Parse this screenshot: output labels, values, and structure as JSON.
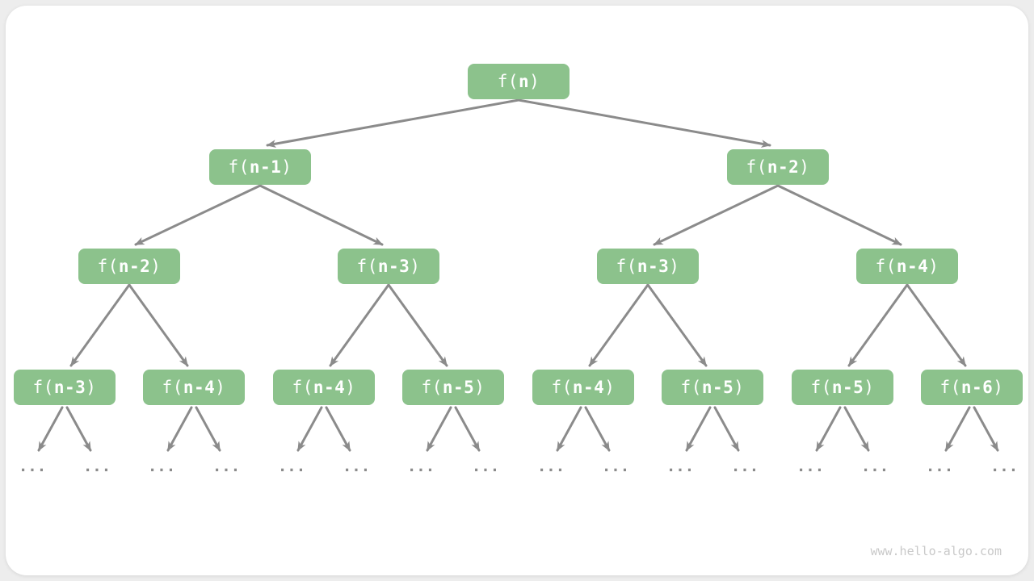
{
  "page": {
    "watermark": "www.hello-algo.com"
  },
  "colors": {
    "node_fill": "#8CC28C",
    "node_text": "#FFFFFF",
    "arrow": "#8B8B8B",
    "watermark": "#C9C9C9",
    "canvas": "#FFFFFF",
    "outer_background": "#EDEDED"
  },
  "tree": {
    "ellipsis": "...",
    "levels": [
      {
        "nodes": [
          "f(n)"
        ]
      },
      {
        "nodes": [
          "f(n-1)",
          "f(n-2)"
        ]
      },
      {
        "nodes": [
          "f(n-2)",
          "f(n-3)",
          "f(n-3)",
          "f(n-4)"
        ]
      },
      {
        "nodes": [
          "f(n-3)",
          "f(n-4)",
          "f(n-4)",
          "f(n-5)",
          "f(n-4)",
          "f(n-5)",
          "f(n-5)",
          "f(n-6)"
        ]
      }
    ]
  }
}
